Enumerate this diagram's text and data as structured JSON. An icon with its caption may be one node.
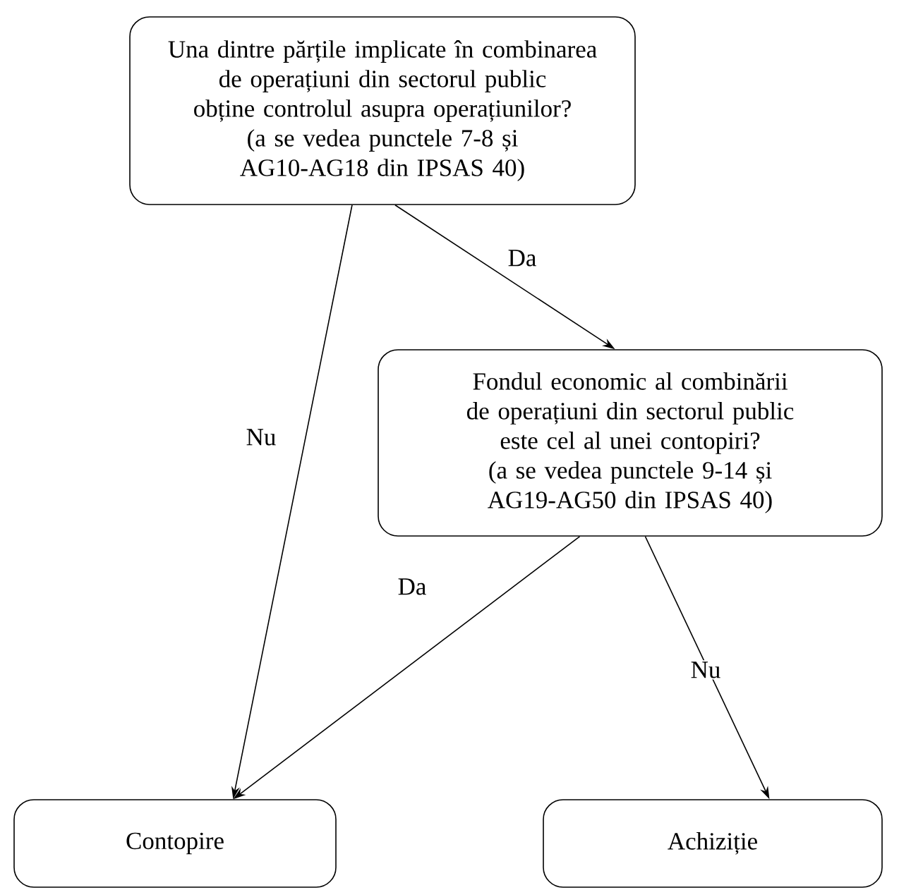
{
  "diagram": {
    "nodes": [
      {
        "text": [
          "Una dintre părțile implicate în combinarea de operațiuni din sectorul public obține controlul asupra operațiunilor?",
          "(a se vedea punctele 7-8 și AG10-AG18 din IPSAS 40)"
        ]
      },
      {
        "text": [
          "Fondul economic al combinării de operațiuni din sectorul public este cel al unei contopiri?",
          "(a se vedea punctele 9-14 și AG19-AG50 din IPSAS 40)"
        ]
      },
      {
        "text": [
          "Contopire"
        ]
      },
      {
        "text": [
          "Achiziție"
        ]
      }
    ],
    "edges": [
      {
        "from": 0,
        "to": 2,
        "arrow": "to",
        "label": "Nu"
      },
      {
        "from": 0,
        "to": 1,
        "arrow": "to",
        "label": "Da"
      },
      {
        "from": 1,
        "to": 2,
        "arrow": "to",
        "label": "Da"
      },
      {
        "from": 1,
        "to": 3,
        "arrow": "to",
        "label": "Nu"
      }
    ]
  }
}
